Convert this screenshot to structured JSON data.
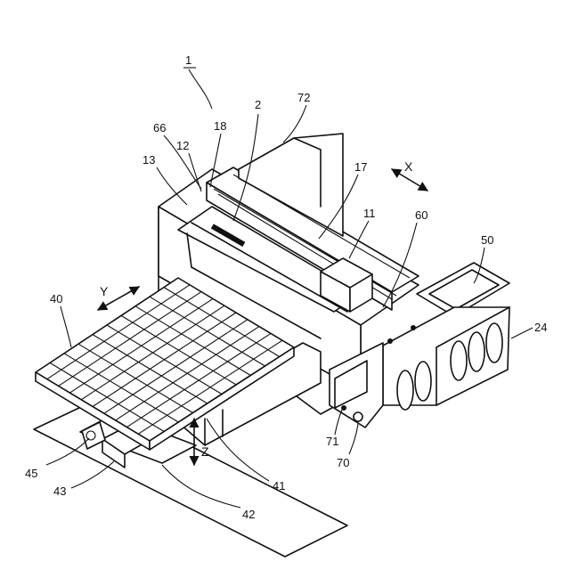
{
  "labels": {
    "l1": "1",
    "l2": "2",
    "l72": "72",
    "l66": "66",
    "l18": "18",
    "l12": "12",
    "l13": "13",
    "l17": "17",
    "l11": "11",
    "l60": "60",
    "l50": "50",
    "l24": "24",
    "l40": "40",
    "l71": "71",
    "l70": "70",
    "l41": "41",
    "l45": "45",
    "l43": "43",
    "l42": "42"
  },
  "axes": {
    "x": "X",
    "y": "Y",
    "z": "Z"
  }
}
